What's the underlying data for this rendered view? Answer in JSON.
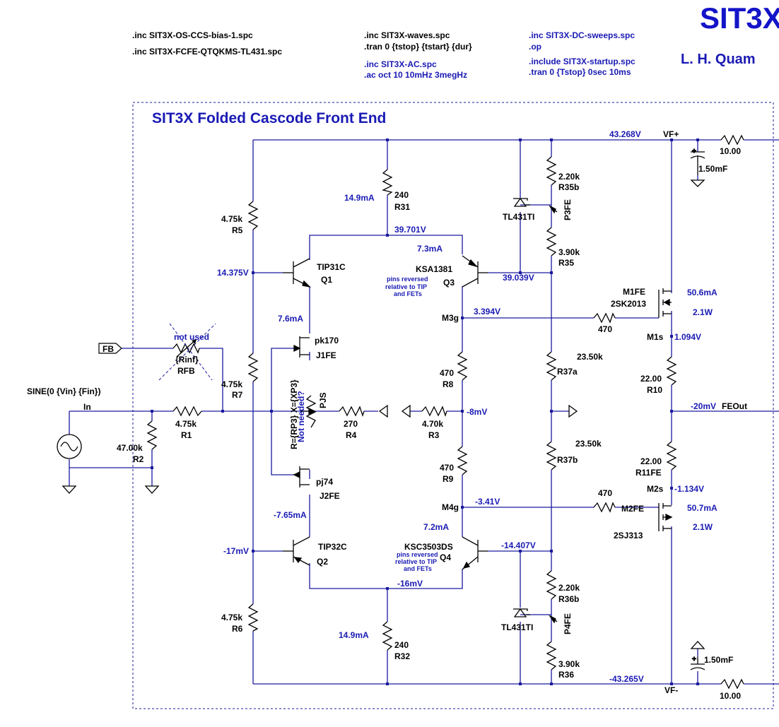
{
  "header": {
    "title_big": "SIT3X",
    "author": "L. H. Quam",
    "directives": [
      ".inc SIT3X-OS-CCS-bias-1.spc",
      ".inc SIT3X-FCFE-QTQKMS-TL431.spc",
      ".inc SIT3X-waves.spc",
      ".tran 0 {tstop} {tstart} {dur}",
      ".inc SIT3X-AC.spc",
      ".ac oct 10 10mHz 3megHz",
      ".inc SIT3X-DC-sweeps.spc",
      ".op",
      ".include SIT3X-startup.spc",
      ".tran 0 {Tstop} 0sec 10ms"
    ]
  },
  "box_title": "SIT3X Folded Cascode Front End",
  "components": {
    "R5": [
      "4.75k",
      "R5"
    ],
    "R7": [
      "4.75k",
      "R7"
    ],
    "R6": [
      "4.75k",
      "R6"
    ],
    "R31": [
      "240",
      "R31"
    ],
    "R32": [
      "240",
      "R32"
    ],
    "R35b": [
      "2.20k",
      "R35b"
    ],
    "R35": [
      "3.90k",
      "R35"
    ],
    "R36b": [
      "2.20k",
      "R36b"
    ],
    "R36": [
      "3.90k",
      "R36"
    ],
    "R8": [
      "470",
      "R8"
    ],
    "R9": [
      "470",
      "R9"
    ],
    "R3": [
      "4.70k",
      "R3"
    ],
    "R4": [
      "270",
      "R4"
    ],
    "R37a": [
      "23.50k",
      "R37a"
    ],
    "R37b": [
      "23.50k",
      "R37b"
    ],
    "R10": [
      "22.00",
      "R10"
    ],
    "R11FE": [
      "22.00",
      "R11FE"
    ],
    "R1": [
      "4.75k",
      "R1"
    ],
    "R2": [
      "47.00k",
      "R2"
    ],
    "RFB": [
      "{Rinf}",
      "RFB"
    ],
    "Rg1": "470",
    "Rg2": "470",
    "Rtop": "10.00",
    "Rbot": "10.00",
    "Ctop": "1.50mF",
    "Cbot": "1.50mF",
    "Q1": [
      "TIP31C",
      "Q1"
    ],
    "Q2": [
      "TIP32C",
      "Q2"
    ],
    "Q3": [
      "KSA1381",
      "Q3"
    ],
    "Q4": [
      "KSC3503DS",
      "Q4"
    ],
    "J1FE": [
      "pk170",
      "J1FE"
    ],
    "J2FE": [
      "pj74",
      "J2FE"
    ],
    "M1FE": [
      "M1FE",
      "2SK2013"
    ],
    "M2FE": [
      "M2FE",
      "2SJ313"
    ],
    "TL1": "TL431TI",
    "TL2": "TL431TI",
    "P3FE": "P3FE",
    "P4FE": "P4FE",
    "PJS": "PJS",
    "PJS_expr": "R={RP3} X={XP3}",
    "PJS_note": "Not needed?",
    "source": "SINE(0 {Vin} {Fin})",
    "rfb_note": "not used",
    "pins_note": [
      "pins reversed",
      "relative to TIP",
      "and FETs"
    ]
  },
  "nets": {
    "In": "In",
    "FB": "FB",
    "VFp": "VF+",
    "VFm": "VF-",
    "FEOut": "FEOut",
    "M3g": "M3g",
    "M4g": "M4g",
    "M1s": "M1s",
    "M2s": "M2s"
  },
  "voltages": {
    "vfp": "43.268V",
    "vfm": "-43.265V",
    "n39701": "39.701V",
    "n39039": "39.039V",
    "n14375": "14.375V",
    "m3g": "3.394V",
    "m1s": "1.094V",
    "mid": "-8mV",
    "feout": "-20mV",
    "m2s": "-1.134V",
    "m4g": "-3.41V",
    "n14407": "-14.407V",
    "n17": "-17mV",
    "n16": "-16mV"
  },
  "currents": {
    "ir31": "14.9mA",
    "ir32": "14.9mA",
    "iq3": "7.3mA",
    "iq4": "7.2mA",
    "ij1": "7.6mA",
    "ij2": "-7.65mA",
    "im1": "50.6mA",
    "im2": "50.7mA",
    "pm1": "2.1W",
    "pm2": "2.1W"
  }
}
